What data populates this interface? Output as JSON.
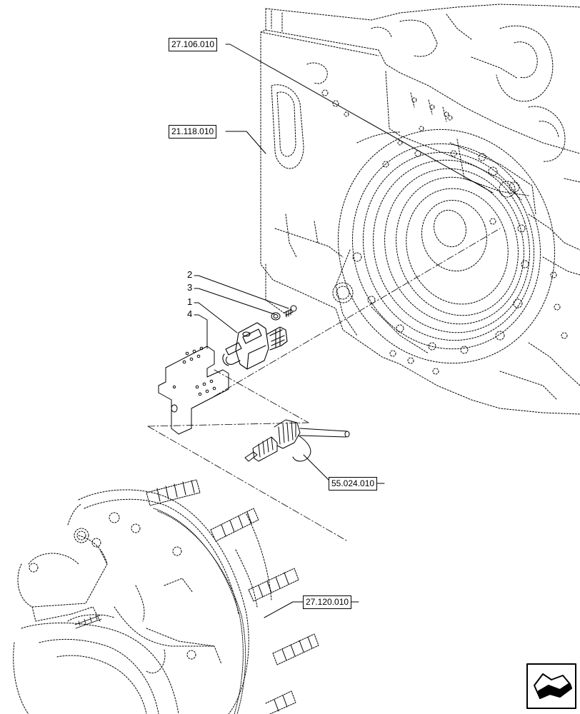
{
  "references": {
    "r1": "27.106.010",
    "r2": "21.118.010",
    "r3": "55.024.010",
    "r4": "27.120.010"
  },
  "items": {
    "i2": "2",
    "i3": "3",
    "i1": "1",
    "i4": "4"
  },
  "icons": {
    "nav": "next-page-arrow-icon"
  }
}
